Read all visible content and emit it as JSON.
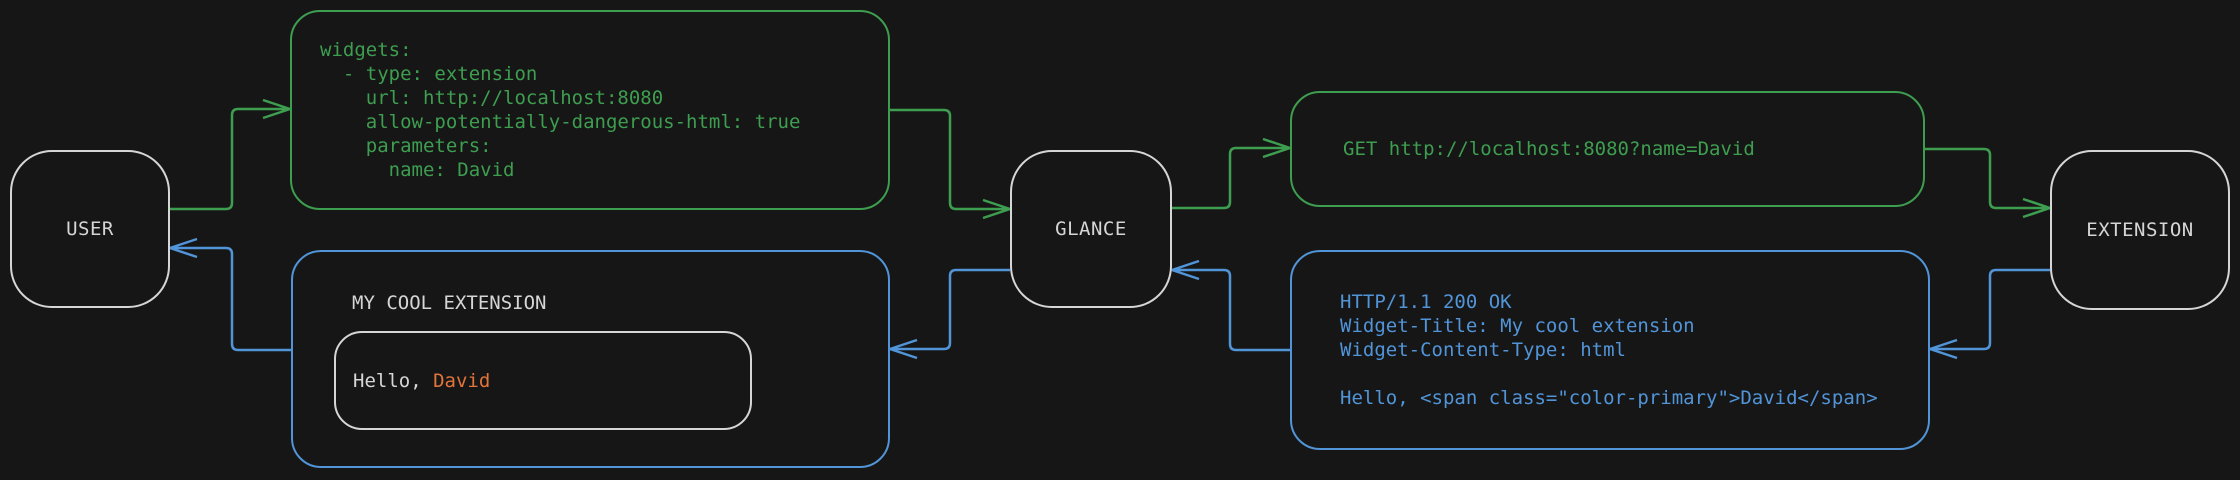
{
  "colors": {
    "bg": "#161616",
    "green": "#3e9e50",
    "blue": "#5194d8",
    "white": "#d6d6d6",
    "orange": "#e0743a"
  },
  "nodes": {
    "user": {
      "label": "USER"
    },
    "glance": {
      "label": "GLANCE"
    },
    "extension": {
      "label": "EXTENSION"
    }
  },
  "config_box": {
    "lines": [
      "widgets:",
      "  - type: extension",
      "    url: http://localhost:8080",
      "    allow-potentially-dangerous-html: true",
      "    parameters:",
      "      name: David"
    ]
  },
  "request_box": {
    "text": "GET http://localhost:8080?name=David"
  },
  "response_box": {
    "lines": [
      "HTTP/1.1 200 OK",
      "Widget-Title: My cool extension",
      "Widget-Content-Type: html",
      "",
      "Hello, <span class=\"color-primary\">David</span>"
    ]
  },
  "widget_box": {
    "title": "MY COOL EXTENSION",
    "greeting_prefix": "Hello, ",
    "greeting_name": "David"
  }
}
